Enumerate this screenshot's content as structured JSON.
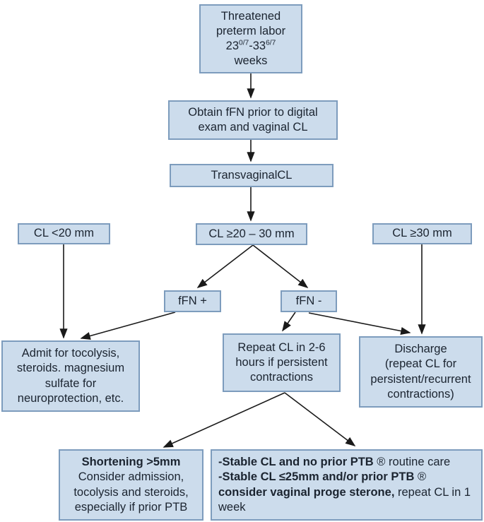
{
  "style": {
    "box_fill": "#ccdcec",
    "box_border": "#7d9cbd",
    "text_color": "#1b2430",
    "arrow_color": "#1a1a1a",
    "bg": "#ffffff"
  },
  "diagram": {
    "type": "flowchart",
    "topic": "Threatened preterm labor management algorithm"
  },
  "boxes": {
    "threatened": {
      "lines": [
        [
          {
            "t": "Threatened"
          }
        ],
        [
          {
            "t": "preterm labor"
          }
        ],
        [
          {
            "t": "23"
          },
          {
            "t": "0/7",
            "sup": true
          },
          {
            "t": "-33"
          },
          {
            "t": "6/7",
            "sup": true
          }
        ],
        [
          {
            "t": "weeks"
          }
        ]
      ]
    },
    "obtain_ffn": {
      "text": "Obtain fFN prior to digital exam and vaginal CL"
    },
    "transvaginal_cl": {
      "text": "TransvaginalCL"
    },
    "cl_lt_20": {
      "text": "CL <20 mm"
    },
    "cl_20_30": {
      "text": "CL ≥20 – 30 mm"
    },
    "cl_ge_30": {
      "text": "CL ≥30 mm"
    },
    "ffn_positive": {
      "text": "fFN +"
    },
    "ffn_negative": {
      "text": "fFN -"
    },
    "admit": {
      "text": "Admit for tocolysis, steroids. magnesium sulfate for neuroprotection, etc."
    },
    "repeat_cl": {
      "text": "Repeat CL in 2-6 hours if persistent contractions"
    },
    "discharge": {
      "lines": [
        [
          {
            "t": "Discharge"
          }
        ],
        [
          {
            "t": "(repeat CL for persistent/recurrent contractions)"
          }
        ]
      ]
    },
    "shortening": {
      "lines": [
        [
          {
            "t": "Shortening >5mm",
            "b": true
          }
        ],
        [
          {
            "t": "Consider admission, tocolysis and steroids, especially if prior PTB"
          }
        ]
      ]
    },
    "stable": {
      "lines": [
        [
          {
            "t": "-Stable CL and no prior PTB",
            "b": true
          },
          {
            "t": " ® routine care"
          }
        ],
        [
          {
            "t": "-Stable CL ≤25mm and/or prior PTB",
            "b": true
          },
          {
            "t": " ®"
          }
        ],
        [
          {
            "t": "consider vaginal proge sterone,",
            "b": true
          },
          {
            "t": " repeat CL in 1 week"
          }
        ]
      ]
    }
  }
}
